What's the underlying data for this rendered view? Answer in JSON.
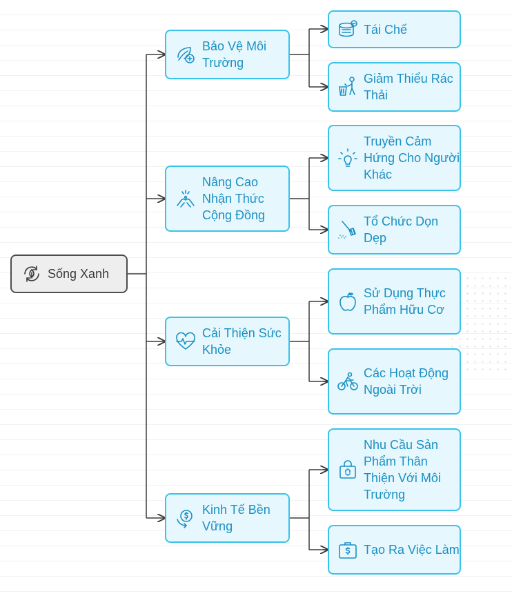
{
  "root": {
    "label": "Sống Xanh",
    "icon": "eco-cycle-icon"
  },
  "branches": [
    {
      "label": "Bảo Vệ Môi Trường",
      "icon": "leaf-shield-icon",
      "children": [
        {
          "label": "Tái Chế",
          "icon": "recycle-can-icon"
        },
        {
          "label": "Giảm Thiểu Rác Thải",
          "icon": "trash-disposal-icon"
        }
      ]
    },
    {
      "label": "Nâng Cao Nhận Thức Cộng Đồng",
      "icon": "community-hands-icon",
      "children": [
        {
          "label": "Truyền Cảm Hứng Cho Người Khác",
          "icon": "lightbulb-icon"
        },
        {
          "label": "Tổ Chức Dọn Dẹp",
          "icon": "broom-icon"
        }
      ]
    },
    {
      "label": "Cải Thiện Sức Khỏe",
      "icon": "heart-pulse-icon",
      "children": [
        {
          "label": "Sử Dụng Thực Phẩm Hữu Cơ",
          "icon": "apple-icon"
        },
        {
          "label": "Các Hoạt Động Ngoài Trời",
          "icon": "cyclist-icon"
        }
      ]
    },
    {
      "label": "Kinh Tế Bền Vững",
      "icon": "money-cycle-icon",
      "children": [
        {
          "label": "Nhu Cầu Sản Phẩm Thân Thiện Với Môi Trường",
          "icon": "eco-bag-icon"
        },
        {
          "label": "Tạo Ra Việc Làm",
          "icon": "briefcase-money-icon"
        }
      ]
    }
  ],
  "colors": {
    "node_fill": "#e6f8fd",
    "node_border": "#37c3ea",
    "node_text": "#1a8fc4",
    "root_fill": "#eeeeee",
    "root_border": "#4d4d4d",
    "connector": "#3a3a3a"
  }
}
